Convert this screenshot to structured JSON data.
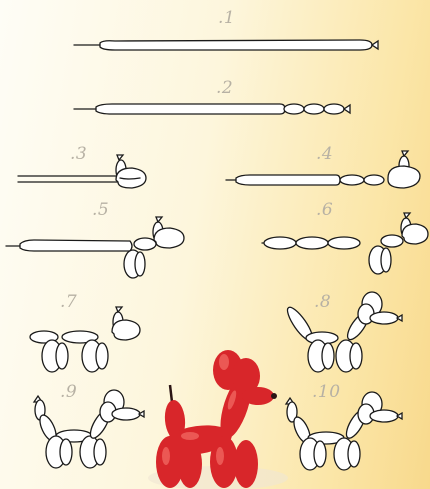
{
  "steps": [
    ".1",
    ".2",
    ".3",
    ".4",
    ".5",
    ".6",
    ".7",
    ".8",
    ".9",
    ".10"
  ],
  "colors": {
    "background_light": "#fefdf6",
    "background_warm": "#f8d98c",
    "balloon_red": "#d8262a",
    "step_label": "#b7b1a4"
  },
  "photo": {
    "icon": "red-balloon-dog-photo"
  }
}
